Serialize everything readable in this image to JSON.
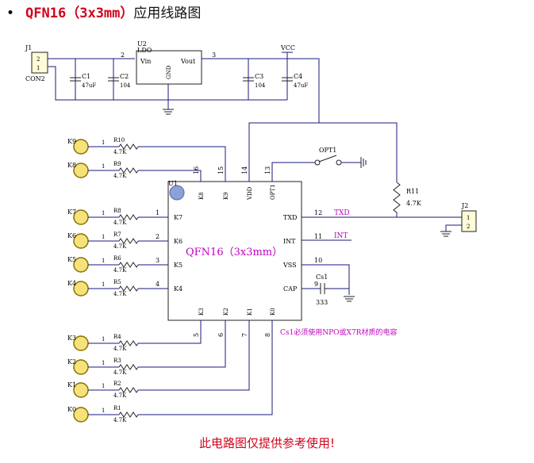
{
  "title": {
    "bullet": "•",
    "chip": "QFN16",
    "size": "（3x3mm）",
    "suffix": "应用线路图"
  },
  "ic": {
    "ref": "U1",
    "name": "QFN16（3x3mm）"
  },
  "ldo": {
    "ref": "U2",
    "name": "LDO",
    "vin": "Vin",
    "vout": "Vout",
    "gnd": "GND",
    "pin_vin": "2",
    "pin_vout": "3"
  },
  "j1": {
    "ref": "J1",
    "name": "CON2",
    "pin_top": "2",
    "pin_bot": "1"
  },
  "j2": {
    "ref": "J2",
    "pin_top": "1",
    "pin_bot": "2"
  },
  "vcc": "VCC",
  "capacitors": [
    {
      "ref": "C1",
      "value": "47uF"
    },
    {
      "ref": "C2",
      "value": "104"
    },
    {
      "ref": "C3",
      "value": "104"
    },
    {
      "ref": "C4",
      "value": "47uF"
    },
    {
      "ref": "Cs1",
      "value": "333"
    }
  ],
  "r11": {
    "ref": "R11",
    "value": "4.7K"
  },
  "opt_switch": "OPT1",
  "keys_left": [
    {
      "key": "K9",
      "res": "R10",
      "val": "4.7K",
      "pin": "1"
    },
    {
      "key": "K8",
      "res": "R9",
      "val": "4.7K",
      "pin": "1"
    },
    {
      "key": "K7",
      "res": "R8",
      "val": "4.7K",
      "pin": "1",
      "icpin": "1"
    },
    {
      "key": "K6",
      "res": "R7",
      "val": "4.7K",
      "pin": "1",
      "icpin": "2"
    },
    {
      "key": "K5",
      "res": "R6",
      "val": "4.7K",
      "pin": "1",
      "icpin": "3"
    },
    {
      "key": "K4",
      "res": "R5",
      "val": "4.7K",
      "pin": "1",
      "icpin": "4"
    }
  ],
  "keys_bottom": [
    {
      "key": "K3",
      "res": "R4",
      "val": "4.7K",
      "pin": "1",
      "icpin": "5"
    },
    {
      "key": "K2",
      "res": "R3",
      "val": "4.7K",
      "pin": "1",
      "icpin": "6"
    },
    {
      "key": "K1",
      "res": "R2",
      "val": "4.7K",
      "pin": "1",
      "icpin": "7"
    },
    {
      "key": "K0",
      "res": "R1",
      "val": "4.7K",
      "pin": "1",
      "icpin": "8"
    }
  ],
  "ic_pins_left": [
    "K7",
    "K6",
    "K5",
    "K4"
  ],
  "ic_pins_top": [
    {
      "name": "K8",
      "num": "16"
    },
    {
      "name": "K9",
      "num": "15"
    },
    {
      "name": "VDD",
      "num": "14"
    },
    {
      "name": "OPT1",
      "num": "13"
    }
  ],
  "ic_pins_right": [
    {
      "name": "TXD",
      "num": "12"
    },
    {
      "name": "INT",
      "num": "11"
    },
    {
      "name": "VSS",
      "num": "10"
    },
    {
      "name": "CAP",
      "num": "9"
    }
  ],
  "ic_pins_bottom": [
    "K3",
    "K2",
    "K1",
    "K0"
  ],
  "net_labels": {
    "txd": "TXD",
    "int": "INT"
  },
  "note": "Cs1必须使用NPO或X7R材质的电容",
  "footer": "此电路图仅提供参考使用!",
  "colors": {
    "red": "#d0021b",
    "magenta": "#c000c0",
    "key_fill": "#f5e27a",
    "key_stroke": "#8a7000",
    "wire": "#1a1a80",
    "u1_dot": "#8da0d8"
  }
}
